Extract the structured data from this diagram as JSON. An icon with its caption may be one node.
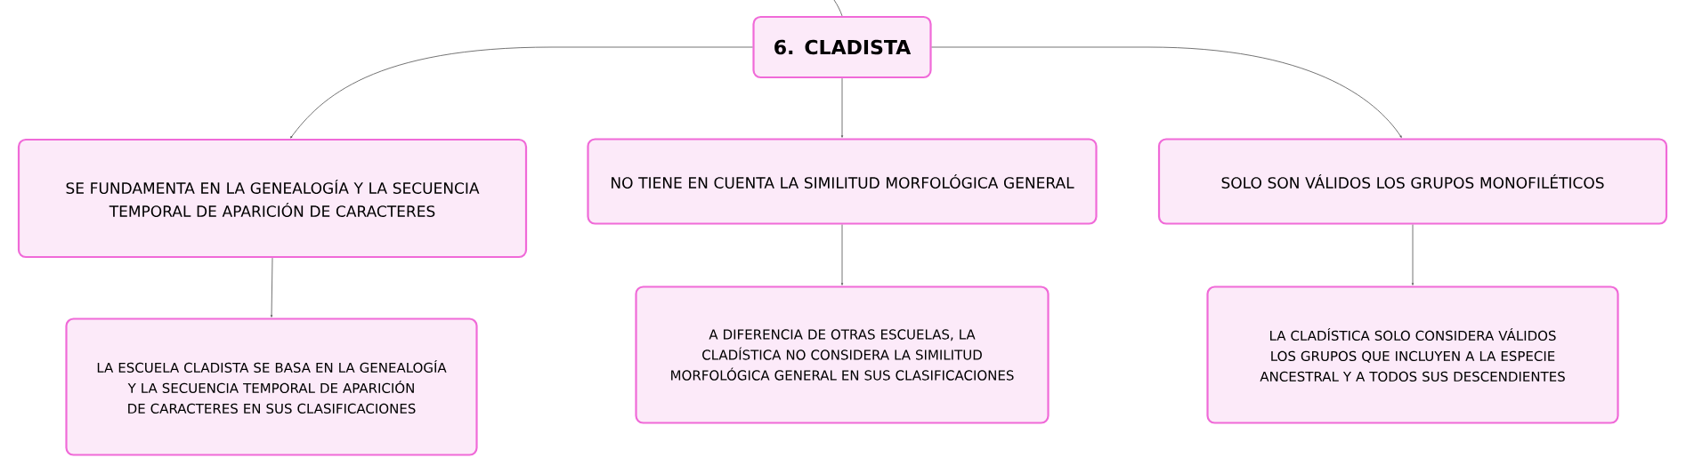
{
  "diagram": {
    "nodes": [
      {
        "text": [
          "6. CLADISTA"
        ]
      },
      {
        "text": [
          "SE FUNDAMENTA EN LA GENEALOGÍA Y LA SECUENCIA TEMPORAL DE APARICIÓN DE CARACTERES"
        ]
      },
      {
        "text": [
          "NO TIENE EN CUENTA LA SIMILITUD MORFOLÓGICA GENERAL"
        ]
      },
      {
        "text": [
          "SOLO SON VÁLIDOS LOS GRUPOS MONOFILÉTICOS"
        ]
      },
      {
        "text": [
          "LA ESCUELA CLADISTA SE BASA EN LA GENEALOGÍA Y LA SECUENCIA TEMPORAL DE APARICIÓN DE CARACTERES EN SUS CLASIFICACIONES"
        ]
      },
      {
        "text": [
          "A DIFERENCIA DE OTRAS ESCUELAS, LA CLADÍSTICA NO CONSIDERA LA SIMILITUD MORFOLÓGICA GENERAL EN SUS CLASIFICACIONES"
        ]
      },
      {
        "text": [
          "LA CLADÍSTICA SOLO CONSIDERA VÁLIDOS LOS GRUPOS QUE INCLUYEN A LA ESPECIE ANCESTRAL Y A TODOS SUS DESCENDIENTES"
        ]
      }
    ],
    "edges": [
      {
        "from": null,
        "to": 0,
        "arrow": "none"
      },
      {
        "from": 0,
        "to": 1,
        "arrow": "to"
      },
      {
        "from": 0,
        "to": 2,
        "arrow": "to"
      },
      {
        "from": 0,
        "to": 3,
        "arrow": "to"
      },
      {
        "from": 1,
        "to": 4,
        "arrow": "to"
      },
      {
        "from": 2,
        "to": 5,
        "arrow": "to"
      },
      {
        "from": 3,
        "to": 6,
        "arrow": "to"
      }
    ]
  }
}
